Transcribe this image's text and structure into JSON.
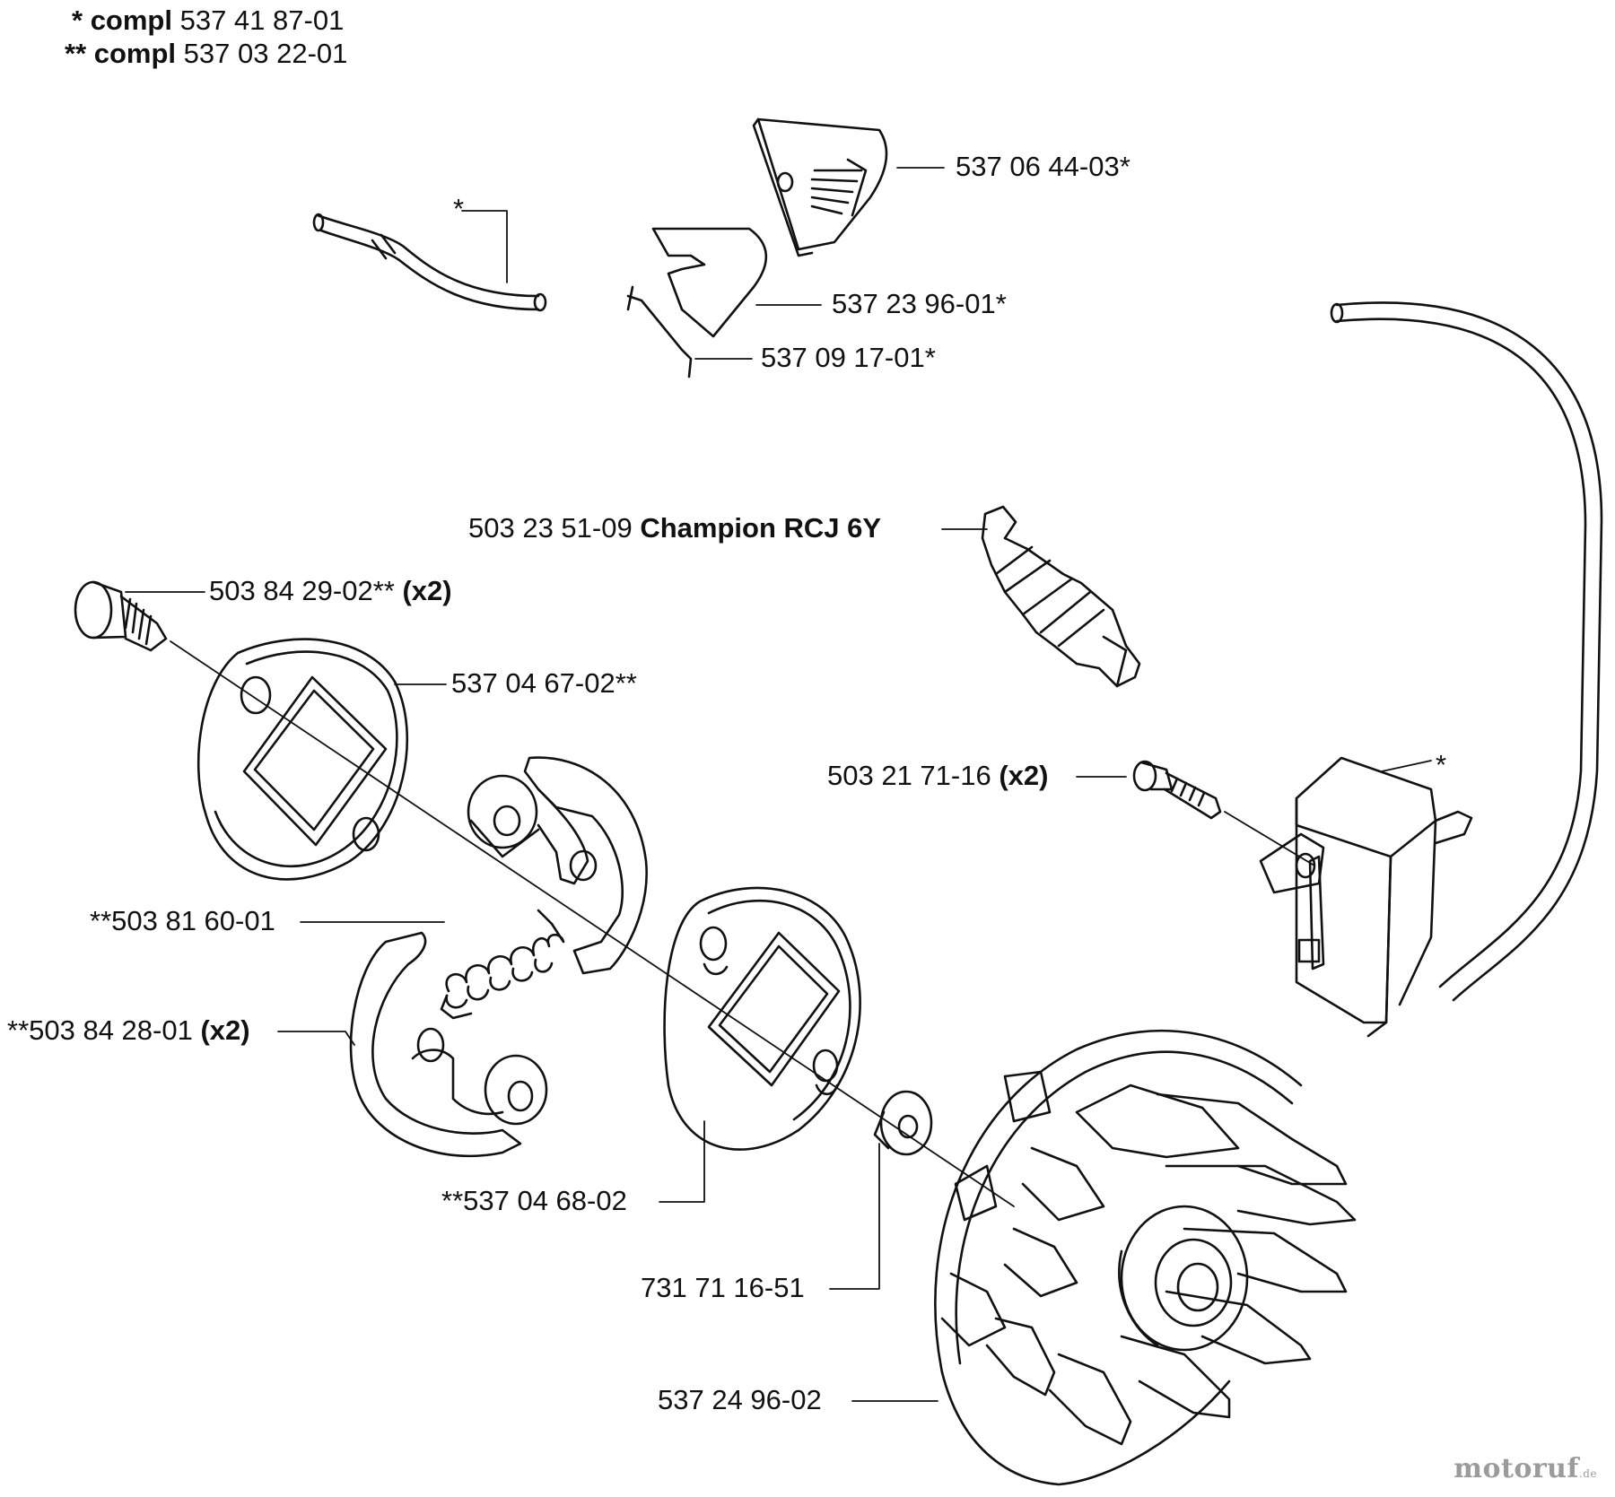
{
  "legend": {
    "line1": {
      "marker": "* ",
      "bold": "compl",
      "number": " 537 41 87-01"
    },
    "line2": {
      "marker": "** ",
      "bold": "compl",
      "number": " 537 03 22-01"
    }
  },
  "parts": {
    "fuel_hose_mark": "*",
    "plug_cap": "537 06 44-03*",
    "plug_cap_spring": "537 23 96-01*",
    "plug_cap_clip": "537 09 17-01*",
    "spark_plug": {
      "number": "503 23 51-09 ",
      "bold": "Champion RCJ 6Y"
    },
    "shoulder_screw": {
      "number": "503 84 29-02** ",
      "qty": "(x2)"
    },
    "clutch_plate_outer": "537 04 67-02**",
    "ignition_screw": {
      "number": "503 21 71-16 ",
      "qty": "(x2)"
    },
    "ignition_module_mark": "*",
    "clutch_spring": "**503 81 60-01",
    "clutch_shoe": {
      "number": "**503 84 28-01 ",
      "qty": "(x2)"
    },
    "clutch_plate_inner": "**537 04 68-02",
    "washer": "731 71 16-51",
    "flywheel": "537 24 96-02"
  },
  "watermark": {
    "text": "motoruf",
    "suffix": ".de"
  }
}
